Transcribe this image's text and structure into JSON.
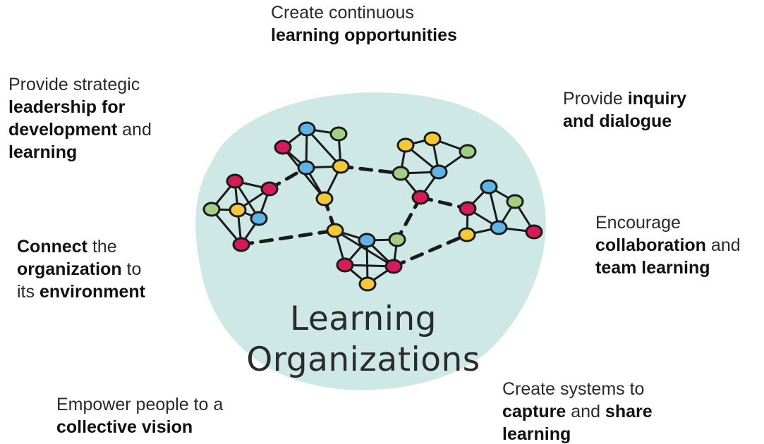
{
  "center": {
    "line1": "Learning",
    "line2": "Organizations"
  },
  "labels": {
    "top": {
      "a": "Create continuous",
      "b": "learning opportunities"
    },
    "top_left": {
      "a": "Provide strategic",
      "b": "leadership for",
      "c": "development",
      "d": " and",
      "e": "learning"
    },
    "top_right": {
      "a": "Provide ",
      "b": "inquiry",
      "c": "and dialogue"
    },
    "left": {
      "a": "Connect",
      "b": " the",
      "c": "organization",
      "d": " to",
      "e": "its ",
      "f": "environment"
    },
    "right": {
      "a": "Encourage",
      "b": "collaboration",
      "c": " and",
      "d": "team learning"
    },
    "bottom_left": {
      "a": "Empower people to a",
      "b": "collective vision"
    },
    "bottom_right": {
      "a": "Create systems to",
      "b": "capture",
      "c": " and ",
      "d": "share",
      "e": "learning"
    }
  },
  "colors": {
    "blob": "#cde8e5",
    "edge": "#1a1a1a",
    "node_pink": "#d61a5a",
    "node_yellow": "#f3c93a",
    "node_green": "#a3cf82",
    "node_blue": "#5fb3e6"
  }
}
